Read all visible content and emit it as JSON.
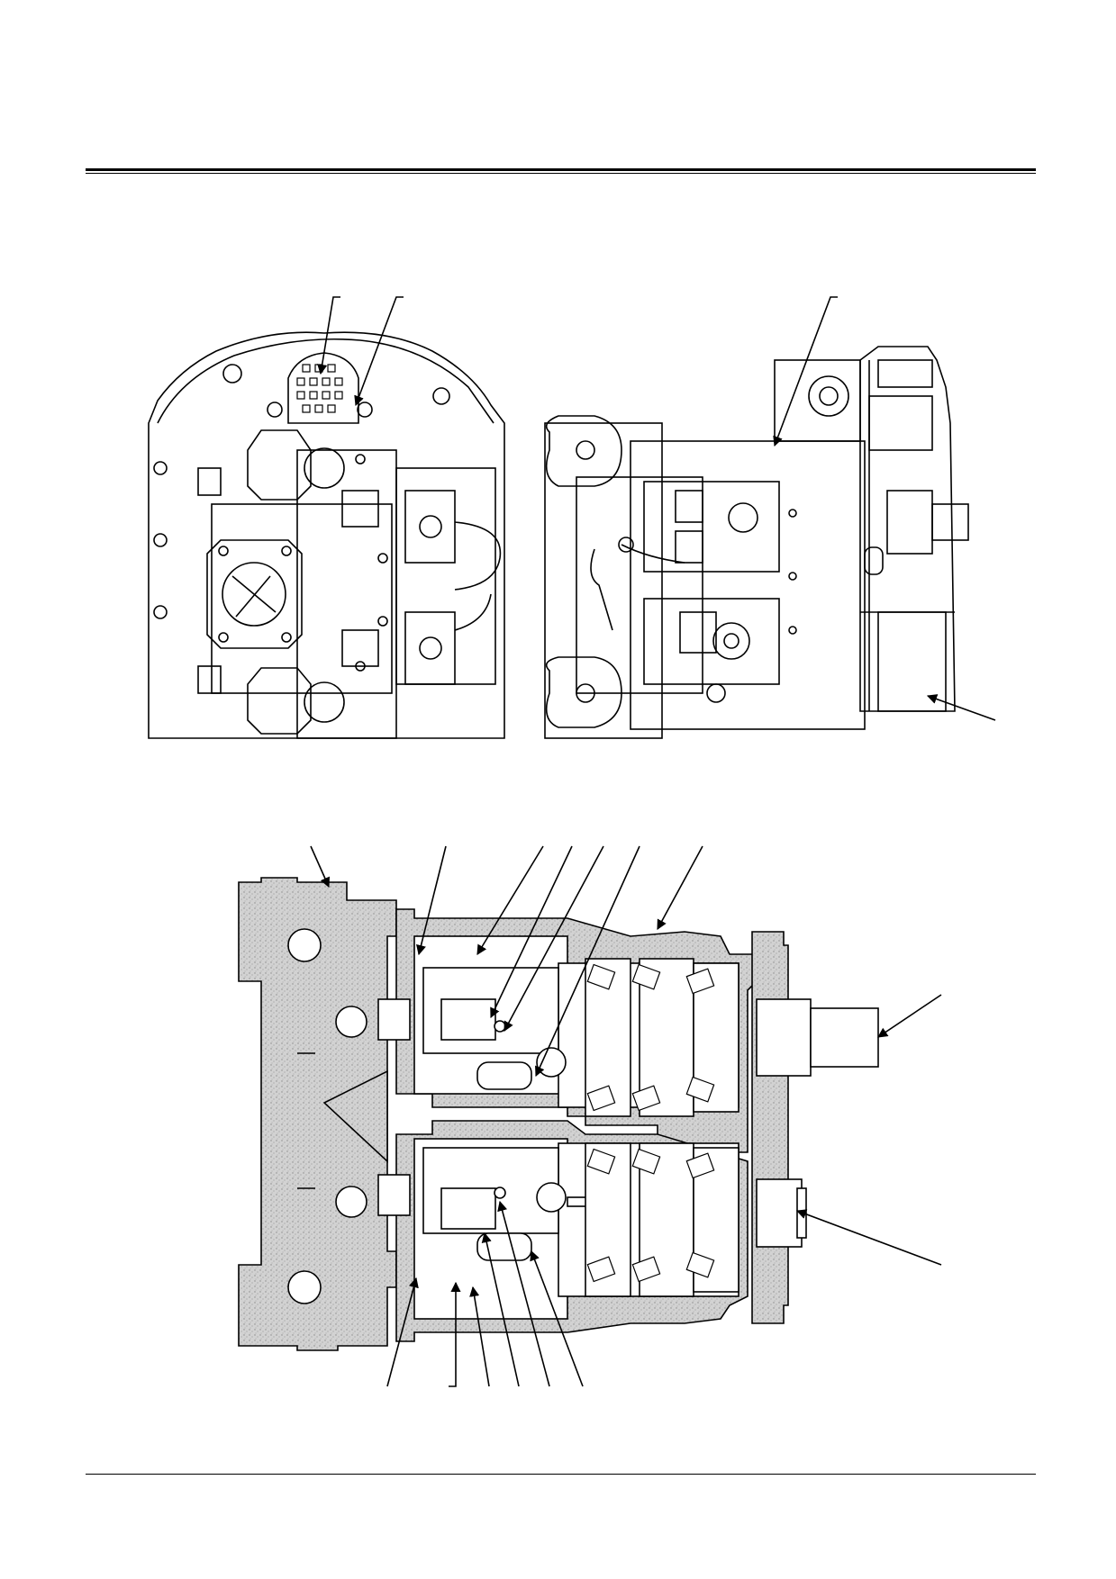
{
  "page": {
    "title": "",
    "footer": ""
  },
  "figures": [
    {
      "name": "top-view",
      "caption": ""
    },
    {
      "name": "side-view",
      "caption": ""
    },
    {
      "name": "sectional-view",
      "caption": ""
    }
  ],
  "callouts": {
    "top_view_count": 2,
    "side_view_count": 2,
    "section_top_count": 7,
    "section_right_count": 2,
    "section_bottom_count": 6
  },
  "colors": {
    "line": "#000000",
    "section_fill": "#c8c8c8",
    "background": "#ffffff"
  }
}
